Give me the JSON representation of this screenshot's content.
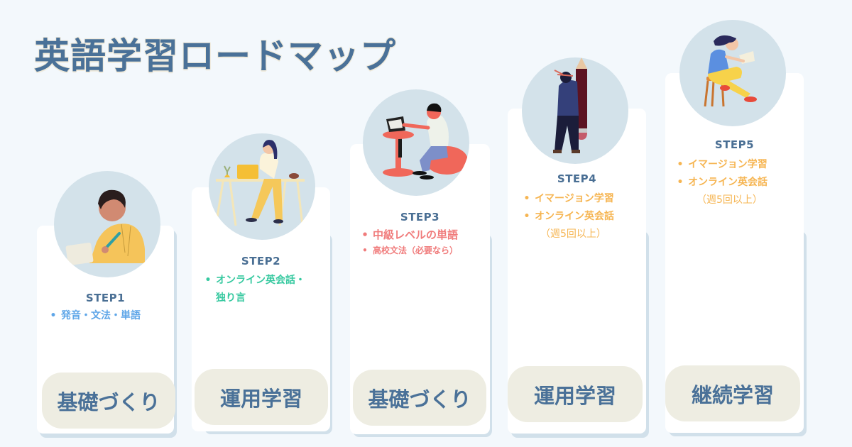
{
  "page": {
    "title": "英語学習ロードマップ",
    "background": "#f3f8fc",
    "title_color": "#4a7198"
  },
  "steps": [
    {
      "label": "STEP1",
      "illustration": "boy-writing-on-tablet",
      "bullet_color": "#5ea6e8",
      "bullets": [
        "発音・文法・単語"
      ],
      "note": "",
      "phase": "基礎づくり"
    },
    {
      "label": "STEP2",
      "illustration": "woman-at-laptop-desk",
      "bullet_color": "#37c9a0",
      "bullets": [
        "オンライン英会話・",
        "独り言"
      ],
      "note": "",
      "phase": "運用学習"
    },
    {
      "label": "STEP3",
      "illustration": "man-typing-on-beanbag",
      "bullet_color": "#f07b7b",
      "bullets": [
        "中級レベルの単語",
        "高校文法（必要なら）"
      ],
      "note": "",
      "phase": "基礎づくり"
    },
    {
      "label": "STEP4",
      "illustration": "man-carrying-giant-pencil",
      "bullet_color": "#f6b552",
      "bullets": [
        "イマージョン学習",
        "オンライン英会話"
      ],
      "note": "（週5回以上）",
      "phase": "運用学習"
    },
    {
      "label": "STEP5",
      "illustration": "girl-reading-on-stool",
      "bullet_color": "#f6b552",
      "bullets": [
        "イマージョン学習",
        "オンライン英会話"
      ],
      "note": "（週5回以上）",
      "phase": "継続学習"
    }
  ],
  "colors": {
    "card": "#ffffff",
    "card_shadow": "#d1e0ea",
    "circle": "#d3e2ea",
    "pill": "#eeede2",
    "step_label": "#4a6f94"
  }
}
